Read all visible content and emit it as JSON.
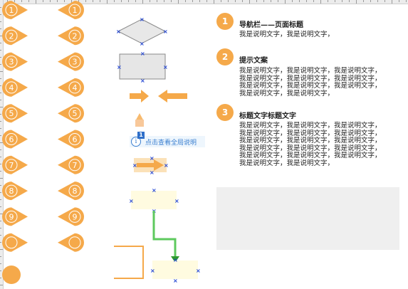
{
  "colors": {
    "orange": "#f5a94a",
    "orange_light": "#fbe1b8",
    "note_fill": "#fffbe0",
    "flow_gray": "#e8e8e8",
    "connector_green": "#5ec95e",
    "handle_blue": "#1a3fd1",
    "link_blue": "#3a7fd0",
    "panel_gray": "#efefef"
  },
  "left_markers": {
    "labels": [
      "1",
      "2",
      "3",
      "4",
      "5",
      "6",
      "7",
      "8",
      "9",
      "",
      ""
    ]
  },
  "right_markers": {
    "labels": [
      "1",
      "2",
      "3",
      "4",
      "5",
      "6",
      "7",
      "8",
      "9",
      ""
    ]
  },
  "hint": {
    "icon": "info-icon",
    "badge": "1",
    "text": "点击查看全局说明"
  },
  "sections": [
    {
      "number": "1",
      "title": "导航栏——页面标题",
      "body": "我是说明文字，我是说明文字，"
    },
    {
      "number": "2",
      "title": "提示文案",
      "body": "我是说明文字，我是说明文字，我是说明文字，\n我是说明文字，我是说明文字，我是说明文字，\n我是说明文字，我是说明文字，我是说明文字，\n我是说明文字，我是说明文字，"
    },
    {
      "number": "3",
      "title": "标题文字标题文字",
      "body": "我是说明文字，我是说明文字，我是说明文字，\n我是说明文字，我是说明文字，我是说明文字，\n我是说明文字，我是说明文字，我是说明文字，\n我是说明文字，我是说明文字，我是说明文字，\n我是说明文字，我是说明文字，我是说明文字，\n我是说明文字，我是说明文字，"
    }
  ]
}
